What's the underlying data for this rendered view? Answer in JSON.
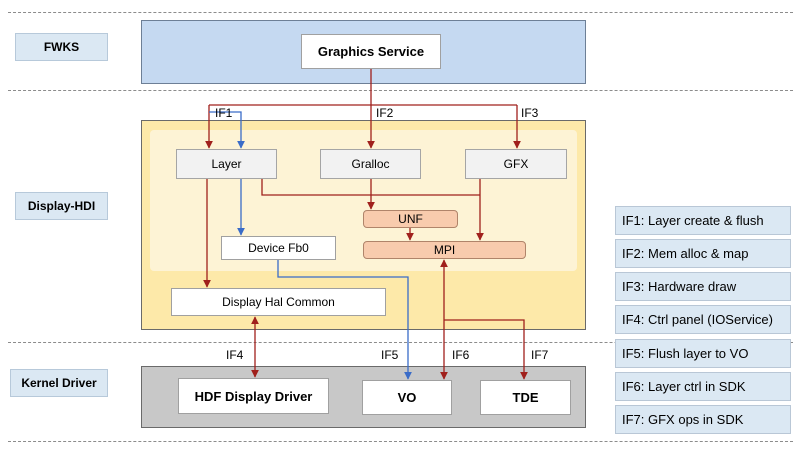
{
  "layers": {
    "fwks": "FWKS",
    "display_hdi": "Display-HDI",
    "kernel_driver": "Kernel Driver"
  },
  "fwks": {
    "graphics_service": "Graphics Service"
  },
  "hdi": {
    "layer": "Layer",
    "gralloc": "Gralloc",
    "gfx": "GFX",
    "unf": "UNF",
    "mpi": "MPI",
    "device_fb0": "Device Fb0",
    "display_hal_common": "Display Hal Common"
  },
  "kernel": {
    "hdf_display_driver": "HDF Display Driver",
    "vo": "VO",
    "tde": "TDE"
  },
  "interfaces": {
    "if1": "IF1",
    "if2": "IF2",
    "if3": "IF3",
    "if4": "IF4",
    "if5": "IF5",
    "if6": "IF6",
    "if7": "IF7"
  },
  "legend": [
    "IF1: Layer create & flush",
    "IF2: Mem alloc & map",
    "IF3: Hardware draw",
    "IF4: Ctrl panel (IOService)",
    "IF5: Flush layer to VO",
    "IF6: Layer ctrl in SDK",
    "IF7: GFX ops in SDK"
  ],
  "colors": {
    "fwks_band": "#c5d9f1",
    "hdi_band": "#fde9a9",
    "hdi_inner": "#fdf3d5",
    "kernel_band": "#c8c8c8",
    "arrow_red": "#a0201c",
    "arrow_blue": "#3a6cc8"
  }
}
